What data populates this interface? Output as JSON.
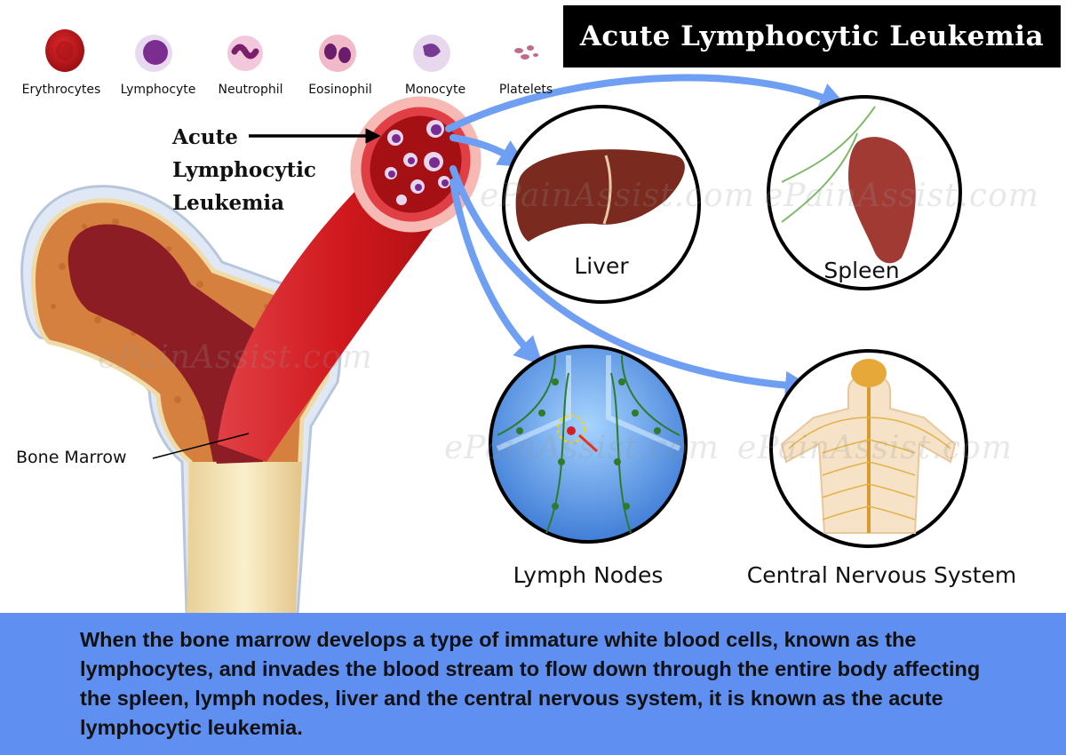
{
  "title": "Acute Lymphocytic Leukemia",
  "cells": [
    {
      "label": "Erythrocytes",
      "icon": "erythrocyte-icon"
    },
    {
      "label": "Lymphocyte",
      "icon": "lymphocyte-icon"
    },
    {
      "label": "Neutrophil",
      "icon": "neutrophil-icon"
    },
    {
      "label": "Eosinophil",
      "icon": "eosinophil-icon"
    },
    {
      "label": "Monocyte",
      "icon": "monocyte-icon"
    },
    {
      "label": "Platelets",
      "icon": "platelets-icon"
    }
  ],
  "callout": {
    "line1": "Acute",
    "line2": "Lymphocytic",
    "line3": "Leukemia"
  },
  "bone_marrow_label": "Bone Marrow",
  "organs": {
    "liver": "Liver",
    "spleen": "Spleen",
    "lymph_nodes": "Lymph Nodes",
    "cns": "Central Nervous System"
  },
  "watermark": "ePainAssist.com",
  "caption": "When the bone marrow develops a type of immature white blood cells, known as the lymphocytes, and invades the blood stream to flow down through the entire body affecting the spleen, lymph nodes, liver and the central nervous system, it is known as the acute lymphocytic leukemia.",
  "colors": {
    "arrow": "#6f9ff2",
    "caption_bg": "#5f8ff0",
    "blood": "#b8161c",
    "marrow": "#c9733e",
    "bone": "#f0dba8"
  }
}
